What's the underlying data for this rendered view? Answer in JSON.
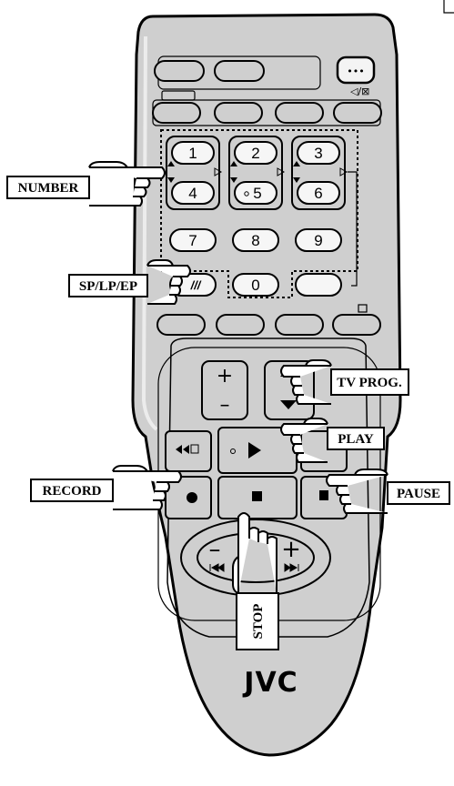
{
  "brand": "JVC",
  "labels": {
    "number": "NUMBER",
    "sp_lp_ep": "SP/LP/EP",
    "tv_prog": "TV PROG.",
    "play": "PLAY",
    "record": "RECORD",
    "pause": "PAUSE",
    "stop": "STOP"
  },
  "keys": {
    "k1": "1",
    "k2": "2",
    "k3": "3",
    "k4": "4",
    "k5": "5",
    "k6": "6",
    "k7": "7",
    "k8": "8",
    "k9": "9",
    "k0": "0",
    "dots": "•••",
    "speed": "///",
    "plus": "+",
    "minus": "–"
  },
  "colors": {
    "body": "#cfcfcf",
    "outline": "#000000",
    "shadow": "#a9a9a9"
  }
}
